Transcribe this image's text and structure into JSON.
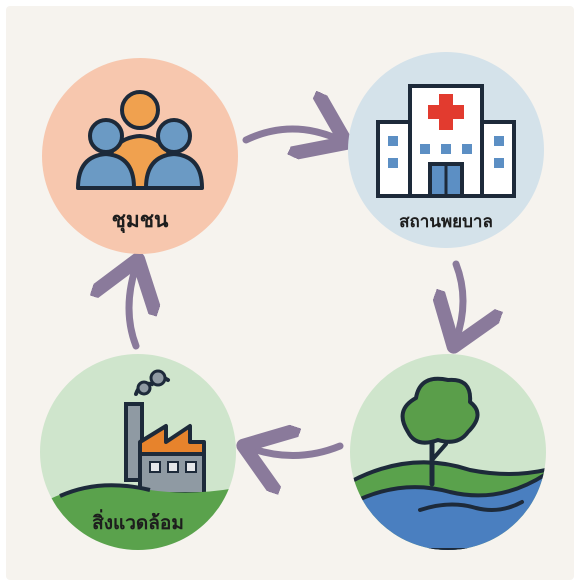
{
  "diagram": {
    "nodes": [
      {
        "id": "community",
        "label": "ชุมชน",
        "icon": "people-icon",
        "color": "#f7c7ae"
      },
      {
        "id": "hospital",
        "label": "สถานพยบาล",
        "icon": "hospital-icon",
        "color": "#d4e2ea"
      },
      {
        "id": "nature",
        "label": "",
        "icon": "tree-water-icon",
        "color": "#cfe5cc"
      },
      {
        "id": "environment",
        "label": "สิ่งแวดล้อม",
        "icon": "factory-icon",
        "color": "#cfe5cc"
      }
    ],
    "arrows": [
      {
        "from": "community",
        "to": "hospital"
      },
      {
        "from": "hospital",
        "to": "nature"
      },
      {
        "from": "nature",
        "to": "environment"
      },
      {
        "from": "environment",
        "to": "community"
      }
    ],
    "arrow_color": "#8a7a9b"
  }
}
